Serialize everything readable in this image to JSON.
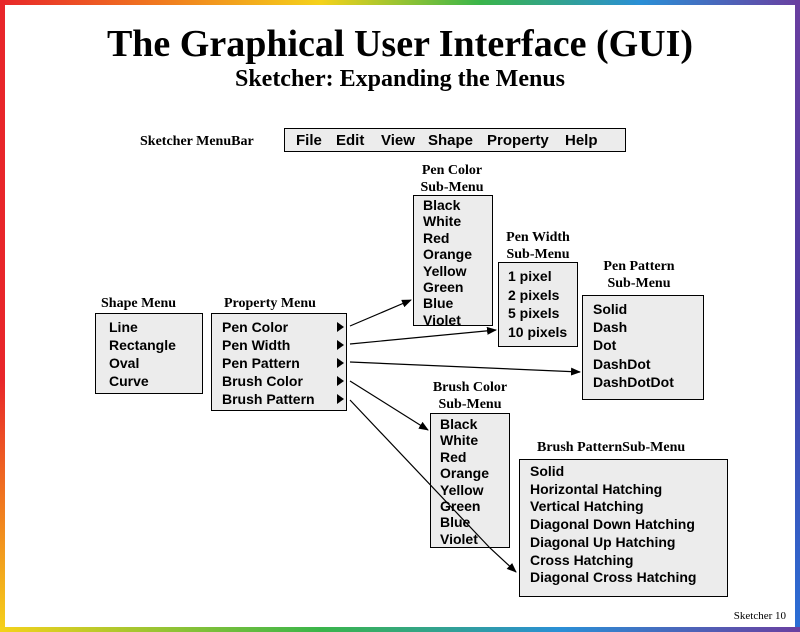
{
  "title": "The Graphical User Interface (GUI)",
  "subtitle": "Sketcher: Expanding the Menus",
  "menubar": {
    "caption": "Sketcher MenuBar",
    "items": [
      "File",
      "Edit",
      "View",
      "Shape",
      "Property",
      "Help"
    ]
  },
  "shape_menu": {
    "caption": "Shape Menu",
    "items": [
      "Line",
      "Rectangle",
      "Oval",
      "Curve"
    ]
  },
  "property_menu": {
    "caption": "Property Menu",
    "items": [
      "Pen Color",
      "Pen Width",
      "Pen Pattern",
      "Brush Color",
      "Brush Pattern"
    ]
  },
  "pen_color_submenu": {
    "caption_line1": "Pen Color",
    "caption_line2": "Sub-Menu",
    "items": [
      "Black",
      "White",
      "Red",
      "Orange",
      "Yellow",
      "Green",
      "Blue",
      "Violet"
    ]
  },
  "pen_width_submenu": {
    "caption_line1": "Pen Width",
    "caption_line2": "Sub-Menu",
    "items": [
      "1 pixel",
      "2 pixels",
      "5 pixels",
      "10 pixels"
    ]
  },
  "pen_pattern_submenu": {
    "caption_line1": "Pen Pattern",
    "caption_line2": "Sub-Menu",
    "items": [
      "Solid",
      "Dash",
      "Dot",
      "DashDot",
      "DashDotDot"
    ]
  },
  "brush_color_submenu": {
    "caption_line1": "Brush Color",
    "caption_line2": "Sub-Menu",
    "items": [
      "Black",
      "White",
      "Red",
      "Orange",
      "Yellow",
      "Green",
      "Blue",
      "Violet"
    ]
  },
  "brush_pattern_submenu": {
    "caption": "Brush PatternSub-Menu",
    "items": [
      "Solid",
      "Horizontal Hatching",
      "Vertical Hatching",
      "Diagonal Down Hatching",
      "Diagonal Up Hatching",
      "Cross Hatching",
      "Diagonal Cross Hatching"
    ]
  },
  "footer": "Sketcher 10"
}
